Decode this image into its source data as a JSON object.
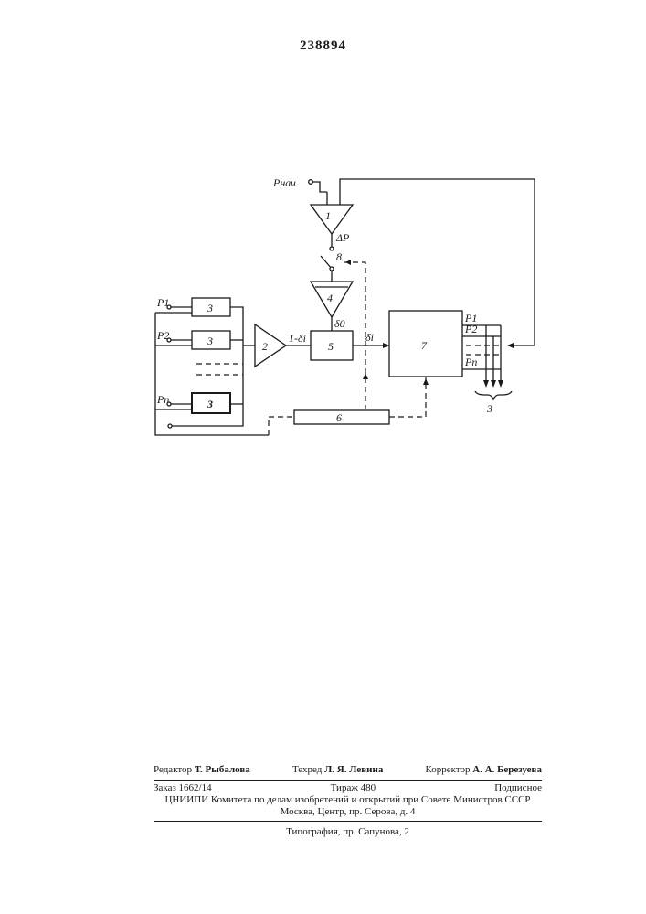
{
  "patent_number": "238894",
  "diagram": {
    "inputs": {
      "p_initial": "Pнач",
      "delta_p": "ΔP",
      "p1": "P1",
      "p2": "P2",
      "pn": "Pn"
    },
    "signals": {
      "one_minus_delta": "1-δi",
      "delta_zero": "δ0",
      "delta_i": "δi"
    },
    "blocks": {
      "b1": "1",
      "b2": "2",
      "b3a": "3",
      "b3b": "3",
      "b3c": "3",
      "b4": "4",
      "b5": "5",
      "b6": "6",
      "b7": "7",
      "switch8": "8"
    },
    "outputs": {
      "p1": "P1",
      "p2": "P2",
      "pn": "Pn",
      "group": "3"
    }
  },
  "footer": {
    "editor_label": "Редактор",
    "editor_name": "Т. Рыбалова",
    "techred_label": "Техред",
    "techred_name": "Л. Я. Левина",
    "corrector_label": "Корректор",
    "corrector_name": "А. А. Березуева",
    "order": "Заказ 1662/14",
    "circulation": "Тираж 480",
    "subscription": "Подписное",
    "org": "ЦНИИПИ Комитета по делам изобретений и открытий при Совете Министров СССР",
    "address": "Москва, Центр, пр. Серова, д. 4",
    "printing": "Типография, пр. Сапунова, 2"
  }
}
